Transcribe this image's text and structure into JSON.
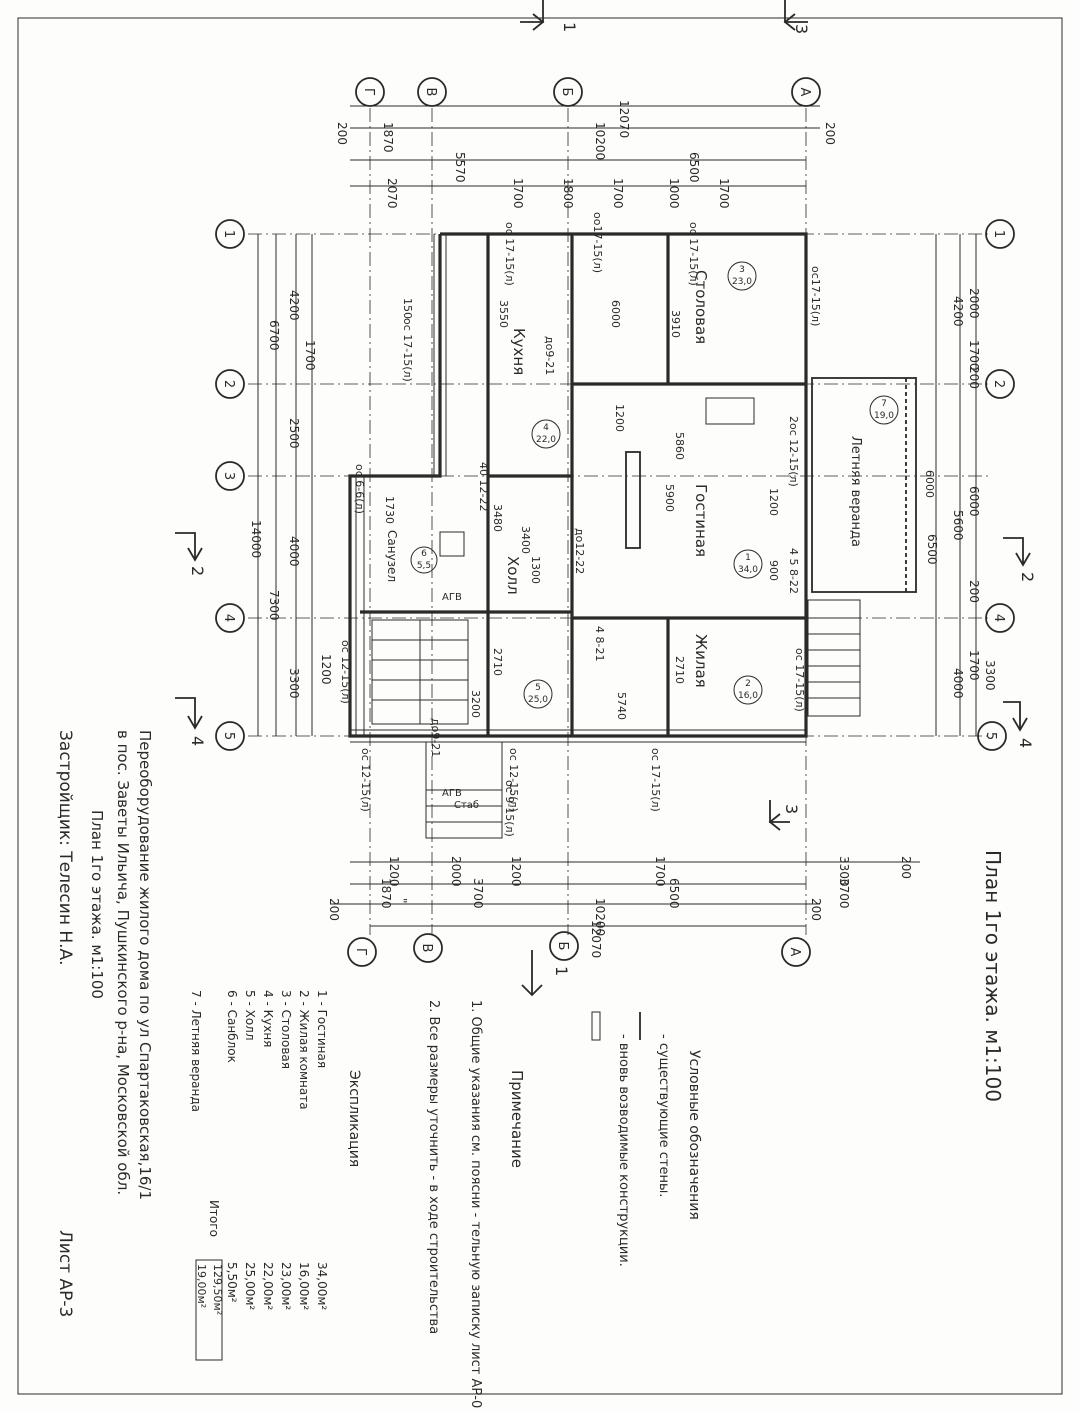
{
  "sheet": {
    "plan_title": "План 1го этажа. м1:100",
    "project_title": "Переоборудование жилого дома по ул Спартаковская,16/1",
    "project_address": "в пос. Заветы Ильича, Пушкинского р-на, Московской обл.",
    "plan_subtitle": "План 1го этажа. м1:100",
    "builder": "Застройщик: Телесин Н.А.",
    "sheet_label": "Лист АР-3"
  },
  "axes": {
    "letters": [
      "Г",
      "В",
      "Б",
      "А"
    ],
    "numbers": [
      "1",
      "2",
      "3",
      "4",
      "5"
    ]
  },
  "sections": [
    "1",
    "3",
    "2",
    "2",
    "4",
    "4",
    "3",
    "1"
  ],
  "dimensions": {
    "top_chain_total": [
      "12070"
    ],
    "top_chain_1": [
      "200",
      "1870",
      "10200",
      "200"
    ],
    "top_chain_2": [
      "5570",
      "6500"
    ],
    "top_chain_3": [
      "2070",
      "1700",
      "1800",
      "1700",
      "1000",
      "1700"
    ],
    "left_chain_1": [
      "14000"
    ],
    "left_chain_2": [
      "6700",
      "7300"
    ],
    "left_chain_3": [
      "4200",
      "2500",
      "4000",
      "3300"
    ],
    "left_chain_4": [
      "1700",
      "1200"
    ],
    "right_chain_1": [
      "6500"
    ],
    "right_chain_2": [
      "4200",
      "5600",
      "4000"
    ],
    "right_chain_3": [
      "2000",
      "1700",
      "200",
      "6000",
      "200",
      "1700",
      "3300"
    ],
    "bottom_chain_1": [
      "1200",
      "2000",
      "1200",
      "1700",
      "3300",
      "200"
    ],
    "bottom_chain_2": [
      "1870",
      "3700",
      "6500",
      "3700"
    ],
    "bottom_chain_3": [
      "200",
      "\"",
      "10200",
      "200"
    ],
    "bottom_chain_total": [
      "12070"
    ]
  },
  "openings": [
    "ос 17-15(л)",
    "оо17-15(л)",
    "ос 17-15(л)",
    "ос17-15(л)",
    "ос 17-15(л)",
    "ос 6-6(л)",
    "40 12-22",
    "до12-22",
    "дo9-21",
    "4 8-21",
    "до9-21",
    "ос 12-15(л)",
    "ос 12-15(л)",
    "ос 12-15(л)",
    "ос 17-15(л)",
    "ос 17-15(л)",
    "ос 9-15(л)",
    "2ос 12-15(л)",
    "4 5 8-22"
  ],
  "room_dims": [
    "3550",
    "6000",
    "3910",
    "1200",
    "5860",
    "5900",
    "1730",
    "3480",
    "3400",
    "1300",
    "5740",
    "2710",
    "3200",
    "2710",
    "150",
    "6000",
    "1200",
    "900"
  ],
  "rooms": [
    {
      "name": "Столовая",
      "num": "3",
      "area": "23,0"
    },
    {
      "name": "Кухня",
      "num": "4",
      "area": "22,0"
    },
    {
      "name": "Гостиная",
      "num": "1",
      "area": "34,0"
    },
    {
      "name": "Летняя веранда",
      "num": "7",
      "area": "19,0"
    },
    {
      "name": "Санузел",
      "num": "6",
      "area": "5,5"
    },
    {
      "name": "Холл",
      "num": "5",
      "area": "25,0"
    },
    {
      "name": "Жилая",
      "num": "2",
      "area": "16,0"
    }
  ],
  "misc_labels": [
    "АГВ",
    "АГВ",
    "Стаб"
  ],
  "legend": {
    "title": "Условные обозначения",
    "items": [
      "- существующие стены.",
      "- вновь возводимые конструкции."
    ]
  },
  "notes": {
    "title": "Примечание",
    "items": [
      "1. Общие указания см. поясни - тельную записку лист АР-0",
      "2. Все размеры уточнить - в ходе строительства"
    ]
  },
  "explication": {
    "title": "Экспликация",
    "rows": [
      {
        "name": "1 - Гостиная",
        "area": "34,00м²"
      },
      {
        "name": "2 - Жилая комната",
        "area": "16,00м²"
      },
      {
        "name": "3 - Столовая",
        "area": "23,00м²"
      },
      {
        "name": "4 - Кухня",
        "area": "22,00м²"
      },
      {
        "name": "5 - Холл",
        "area": "25,00м²"
      },
      {
        "name": "6 - Санблок",
        "area": "5,50м²"
      }
    ],
    "total_label": "Итого",
    "total_area": "129,50м²",
    "veranda_name": "7 - Летняя веранда",
    "veranda_area": "19,00м²"
  },
  "colors": {
    "ink": "#2a2a2a",
    "paper": "#fdfdfb"
  }
}
